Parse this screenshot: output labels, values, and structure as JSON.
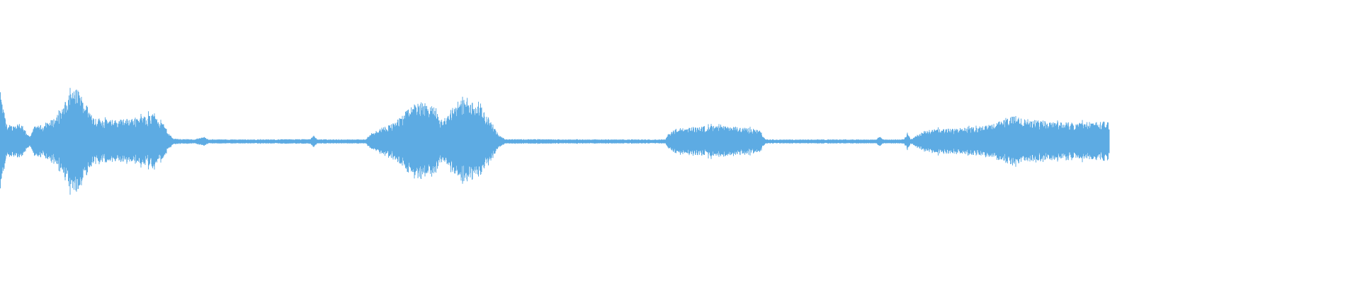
{
  "waveform": {
    "color": "#5dabe3",
    "background": "#ffffff",
    "label": "audio waveform",
    "baseline_amplitude": 0.012,
    "envelope": [
      [
        0.0,
        0.36
      ],
      [
        0.002,
        0.27
      ],
      [
        0.006,
        0.12
      ],
      [
        0.012,
        0.11
      ],
      [
        0.018,
        0.14
      ],
      [
        0.024,
        0.05
      ],
      [
        0.027,
        0.03
      ],
      [
        0.03,
        0.1
      ],
      [
        0.04,
        0.12
      ],
      [
        0.05,
        0.17
      ],
      [
        0.058,
        0.26
      ],
      [
        0.064,
        0.35
      ],
      [
        0.07,
        0.38
      ],
      [
        0.075,
        0.3
      ],
      [
        0.085,
        0.17
      ],
      [
        0.1,
        0.15
      ],
      [
        0.115,
        0.16
      ],
      [
        0.13,
        0.18
      ],
      [
        0.14,
        0.2
      ],
      [
        0.146,
        0.14
      ],
      [
        0.152,
        0.06
      ],
      [
        0.156,
        0.02
      ],
      [
        0.162,
        0.015
      ],
      [
        0.175,
        0.012
      ],
      [
        0.185,
        0.03
      ],
      [
        0.188,
        0.012
      ],
      [
        0.24,
        0.012
      ],
      [
        0.28,
        0.014
      ],
      [
        0.283,
        0.045
      ],
      [
        0.286,
        0.012
      ],
      [
        0.32,
        0.012
      ],
      [
        0.33,
        0.012
      ],
      [
        0.333,
        0.05
      ],
      [
        0.345,
        0.1
      ],
      [
        0.355,
        0.13
      ],
      [
        0.365,
        0.2
      ],
      [
        0.375,
        0.28
      ],
      [
        0.383,
        0.27
      ],
      [
        0.392,
        0.24
      ],
      [
        0.397,
        0.15
      ],
      [
        0.402,
        0.17
      ],
      [
        0.41,
        0.27
      ],
      [
        0.42,
        0.3
      ],
      [
        0.432,
        0.25
      ],
      [
        0.442,
        0.15
      ],
      [
        0.45,
        0.04
      ],
      [
        0.456,
        0.014
      ],
      [
        0.52,
        0.012
      ],
      [
        0.6,
        0.012
      ],
      [
        0.603,
        0.06
      ],
      [
        0.61,
        0.09
      ],
      [
        0.64,
        0.11
      ],
      [
        0.67,
        0.1
      ],
      [
        0.685,
        0.08
      ],
      [
        0.688,
        0.04
      ],
      [
        0.69,
        0.012
      ],
      [
        0.79,
        0.012
      ],
      [
        0.793,
        0.035
      ],
      [
        0.796,
        0.012
      ],
      [
        0.815,
        0.012
      ],
      [
        0.818,
        0.06
      ],
      [
        0.821,
        0.012
      ],
      [
        0.825,
        0.035
      ],
      [
        0.835,
        0.08
      ],
      [
        0.86,
        0.09
      ],
      [
        0.88,
        0.1
      ],
      [
        0.895,
        0.12
      ],
      [
        0.905,
        0.16
      ],
      [
        0.915,
        0.18
      ],
      [
        0.93,
        0.15
      ],
      [
        0.95,
        0.14
      ],
      [
        0.97,
        0.13
      ],
      [
        0.99,
        0.14
      ],
      [
        1.0,
        0.14
      ]
    ]
  }
}
